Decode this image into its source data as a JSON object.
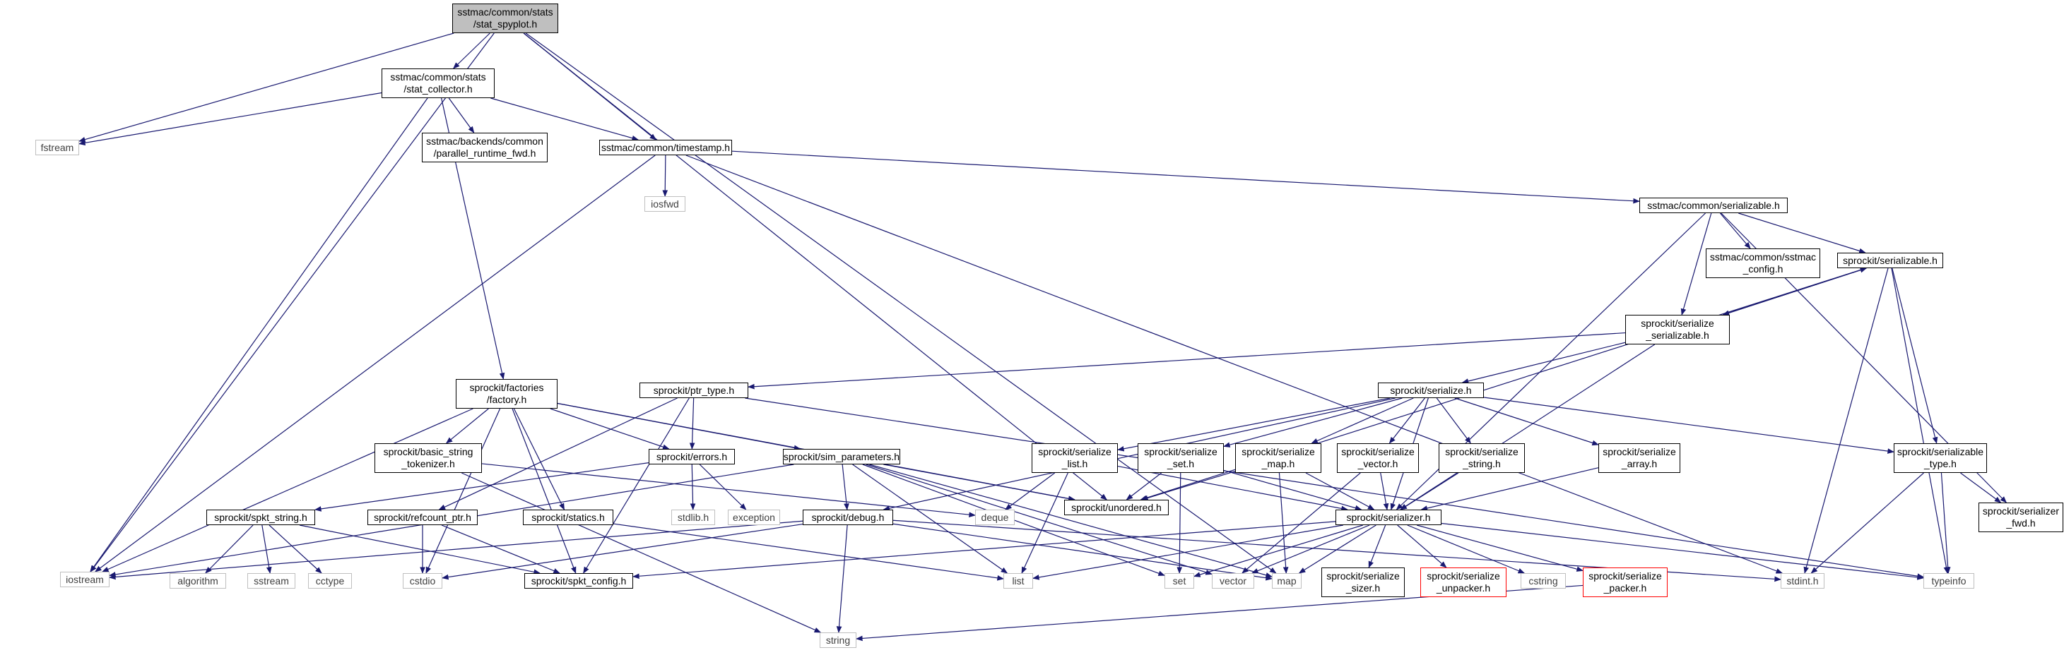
{
  "graph": {
    "edge_color": "#191970",
    "nodes": [
      {
        "id": "root",
        "label": "sstmac/common/stats\n/stat_spyplot.h",
        "kind": "root"
      },
      {
        "id": "collector",
        "label": "sstmac/common/stats\n/stat_collector.h",
        "kind": "header"
      },
      {
        "id": "fstream",
        "label": "fstream",
        "kind": "ext"
      },
      {
        "id": "iostream",
        "label": "iostream",
        "kind": "ext"
      },
      {
        "id": "parallel",
        "label": "sstmac/backends/common\n/parallel_runtime_fwd.h",
        "kind": "header"
      },
      {
        "id": "timestamp",
        "label": "sstmac/common/timestamp.h",
        "kind": "header"
      },
      {
        "id": "iosfwd",
        "label": "iosfwd",
        "kind": "ext"
      },
      {
        "id": "ss_serializable",
        "label": "sstmac/common/serializable.h",
        "kind": "header"
      },
      {
        "id": "sstmac_config",
        "label": "sstmac/common/sstmac\n_config.h",
        "kind": "header"
      },
      {
        "id": "sk_serializable",
        "label": "sprockit/serializable.h",
        "kind": "header"
      },
      {
        "id": "ser_serializable",
        "label": "sprockit/serialize\n_serializable.h",
        "kind": "header"
      },
      {
        "id": "factory",
        "label": "sprockit/factories\n/factory.h",
        "kind": "header"
      },
      {
        "id": "ptr_type",
        "label": "sprockit/ptr_type.h",
        "kind": "header"
      },
      {
        "id": "serialize",
        "label": "sprockit/serialize.h",
        "kind": "header"
      },
      {
        "id": "tokenizer",
        "label": "sprockit/basic_string\n_tokenizer.h",
        "kind": "header"
      },
      {
        "id": "errors",
        "label": "sprockit/errors.h",
        "kind": "header"
      },
      {
        "id": "sim_params",
        "label": "sprockit/sim_parameters.h",
        "kind": "header"
      },
      {
        "id": "ser_list",
        "label": "sprockit/serialize\n_list.h",
        "kind": "header"
      },
      {
        "id": "ser_set",
        "label": "sprockit/serialize\n_set.h",
        "kind": "header"
      },
      {
        "id": "ser_map",
        "label": "sprockit/serialize\n_map.h",
        "kind": "header"
      },
      {
        "id": "ser_vector",
        "label": "sprockit/serialize\n_vector.h",
        "kind": "header"
      },
      {
        "id": "ser_string",
        "label": "sprockit/serialize\n_string.h",
        "kind": "header"
      },
      {
        "id": "ser_array",
        "label": "sprockit/serialize\n_array.h",
        "kind": "header"
      },
      {
        "id": "ser_type",
        "label": "sprockit/serializable\n_type.h",
        "kind": "header"
      },
      {
        "id": "spkt_string",
        "label": "sprockit/spkt_string.h",
        "kind": "header"
      },
      {
        "id": "refcount",
        "label": "sprockit/refcount_ptr.h",
        "kind": "header"
      },
      {
        "id": "statics",
        "label": "sprockit/statics.h",
        "kind": "header"
      },
      {
        "id": "stdlib",
        "label": "stdlib.h",
        "kind": "ext"
      },
      {
        "id": "exception",
        "label": "exception",
        "kind": "ext"
      },
      {
        "id": "debug",
        "label": "sprockit/debug.h",
        "kind": "header"
      },
      {
        "id": "deque",
        "label": "deque",
        "kind": "ext"
      },
      {
        "id": "unordered",
        "label": "sprockit/unordered.h",
        "kind": "header"
      },
      {
        "id": "serializer",
        "label": "sprockit/serializer.h",
        "kind": "header"
      },
      {
        "id": "ser_fwd",
        "label": "sprockit/serializer\n_fwd.h",
        "kind": "header"
      },
      {
        "id": "algorithm",
        "label": "algorithm",
        "kind": "ext"
      },
      {
        "id": "sstream",
        "label": "sstream",
        "kind": "ext"
      },
      {
        "id": "cctype",
        "label": "cctype",
        "kind": "ext"
      },
      {
        "id": "cstdio",
        "label": "cstdio",
        "kind": "ext"
      },
      {
        "id": "spkt_config",
        "label": "sprockit/spkt_config.h",
        "kind": "header"
      },
      {
        "id": "list",
        "label": "list",
        "kind": "ext"
      },
      {
        "id": "set",
        "label": "set",
        "kind": "ext"
      },
      {
        "id": "vector",
        "label": "vector",
        "kind": "ext"
      },
      {
        "id": "map",
        "label": "map",
        "kind": "ext"
      },
      {
        "id": "ser_sizer",
        "label": "sprockit/serialize\n_sizer.h",
        "kind": "header"
      },
      {
        "id": "ser_unpacker",
        "label": "sprockit/serialize\n_unpacker.h",
        "kind": "truncated"
      },
      {
        "id": "cstring",
        "label": "cstring",
        "kind": "ext"
      },
      {
        "id": "ser_packer",
        "label": "sprockit/serialize\n_packer.h",
        "kind": "truncated"
      },
      {
        "id": "stdint",
        "label": "stdint.h",
        "kind": "ext"
      },
      {
        "id": "typeinfo",
        "label": "typeinfo",
        "kind": "ext"
      },
      {
        "id": "string",
        "label": "string",
        "kind": "ext"
      }
    ],
    "edges": [
      [
        "root",
        "collector"
      ],
      [
        "root",
        "fstream"
      ],
      [
        "root",
        "iostream"
      ],
      [
        "root",
        "timestamp"
      ],
      [
        "root",
        "unordered"
      ],
      [
        "root",
        "map"
      ],
      [
        "collector",
        "fstream"
      ],
      [
        "collector",
        "iostream"
      ],
      [
        "collector",
        "parallel"
      ],
      [
        "collector",
        "timestamp"
      ],
      [
        "collector",
        "factory"
      ],
      [
        "timestamp",
        "iosfwd"
      ],
      [
        "timestamp",
        "iostream"
      ],
      [
        "timestamp",
        "ss_serializable"
      ],
      [
        "timestamp",
        "stdint"
      ],
      [
        "ss_serializable",
        "sstmac_config"
      ],
      [
        "ss_serializable",
        "sk_serializable"
      ],
      [
        "ss_serializable",
        "ser_serializable"
      ],
      [
        "ss_serializable",
        "serializer"
      ],
      [
        "ss_serializable",
        "ser_fwd"
      ],
      [
        "sk_serializable",
        "ser_serializable"
      ],
      [
        "sk_serializable",
        "unordered"
      ],
      [
        "sk_serializable",
        "ser_type"
      ],
      [
        "sk_serializable",
        "stdint"
      ],
      [
        "sk_serializable",
        "typeinfo"
      ],
      [
        "ser_serializable",
        "sk_serializable"
      ],
      [
        "ser_serializable",
        "ptr_type"
      ],
      [
        "ser_serializable",
        "serialize"
      ],
      [
        "ser_serializable",
        "serializer"
      ],
      [
        "factory",
        "tokenizer"
      ],
      [
        "factory",
        "errors"
      ],
      [
        "factory",
        "sim_params"
      ],
      [
        "factory",
        "statics"
      ],
      [
        "factory",
        "unordered"
      ],
      [
        "factory",
        "spkt_config"
      ],
      [
        "factory",
        "cstdio"
      ],
      [
        "factory",
        "iostream"
      ],
      [
        "ptr_type",
        "errors"
      ],
      [
        "ptr_type",
        "refcount"
      ],
      [
        "ptr_type",
        "spkt_config"
      ],
      [
        "ptr_type",
        "typeinfo"
      ],
      [
        "serialize",
        "debug"
      ],
      [
        "serialize",
        "ser_list"
      ],
      [
        "serialize",
        "ser_set"
      ],
      [
        "serialize",
        "ser_map"
      ],
      [
        "serialize",
        "ser_vector"
      ],
      [
        "serialize",
        "ser_string"
      ],
      [
        "serialize",
        "ser_array"
      ],
      [
        "serialize",
        "ser_type"
      ],
      [
        "serialize",
        "serializer"
      ],
      [
        "tokenizer",
        "deque"
      ],
      [
        "tokenizer",
        "string"
      ],
      [
        "errors",
        "spkt_string"
      ],
      [
        "errors",
        "stdlib"
      ],
      [
        "errors",
        "exception"
      ],
      [
        "sim_params",
        "debug"
      ],
      [
        "sim_params",
        "unordered"
      ],
      [
        "sim_params",
        "list"
      ],
      [
        "sim_params",
        "set"
      ],
      [
        "sim_params",
        "vector"
      ],
      [
        "sim_params",
        "map"
      ],
      [
        "sim_params",
        "iostream"
      ],
      [
        "ser_list",
        "deque"
      ],
      [
        "ser_list",
        "list"
      ],
      [
        "ser_list",
        "serializer"
      ],
      [
        "ser_set",
        "set"
      ],
      [
        "ser_set",
        "unordered"
      ],
      [
        "ser_set",
        "serializer"
      ],
      [
        "ser_map",
        "map"
      ],
      [
        "ser_map",
        "unordered"
      ],
      [
        "ser_map",
        "serializer"
      ],
      [
        "ser_vector",
        "vector"
      ],
      [
        "ser_vector",
        "serializer"
      ],
      [
        "ser_string",
        "serializer"
      ],
      [
        "ser_array",
        "serializer"
      ],
      [
        "ser_type",
        "ser_fwd"
      ],
      [
        "ser_type",
        "stdint"
      ],
      [
        "ser_type",
        "typeinfo"
      ],
      [
        "spkt_string",
        "algorithm"
      ],
      [
        "spkt_string",
        "sstream"
      ],
      [
        "spkt_string",
        "cctype"
      ],
      [
        "spkt_string",
        "spkt_config"
      ],
      [
        "refcount",
        "cstdio"
      ],
      [
        "refcount",
        "spkt_config"
      ],
      [
        "statics",
        "list"
      ],
      [
        "debug",
        "string"
      ],
      [
        "debug",
        "iostream"
      ],
      [
        "debug",
        "cstdio"
      ],
      [
        "debug",
        "map"
      ],
      [
        "debug",
        "stdint"
      ],
      [
        "serializer",
        "ser_sizer"
      ],
      [
        "serializer",
        "ser_unpacker"
      ],
      [
        "serializer",
        "ser_packer"
      ],
      [
        "serializer",
        "cstring"
      ],
      [
        "serializer",
        "list"
      ],
      [
        "serializer",
        "set"
      ],
      [
        "serializer",
        "vector"
      ],
      [
        "serializer",
        "map"
      ],
      [
        "serializer",
        "typeinfo"
      ],
      [
        "serializer",
        "spkt_config"
      ],
      [
        "ser_packer",
        "string"
      ]
    ]
  }
}
